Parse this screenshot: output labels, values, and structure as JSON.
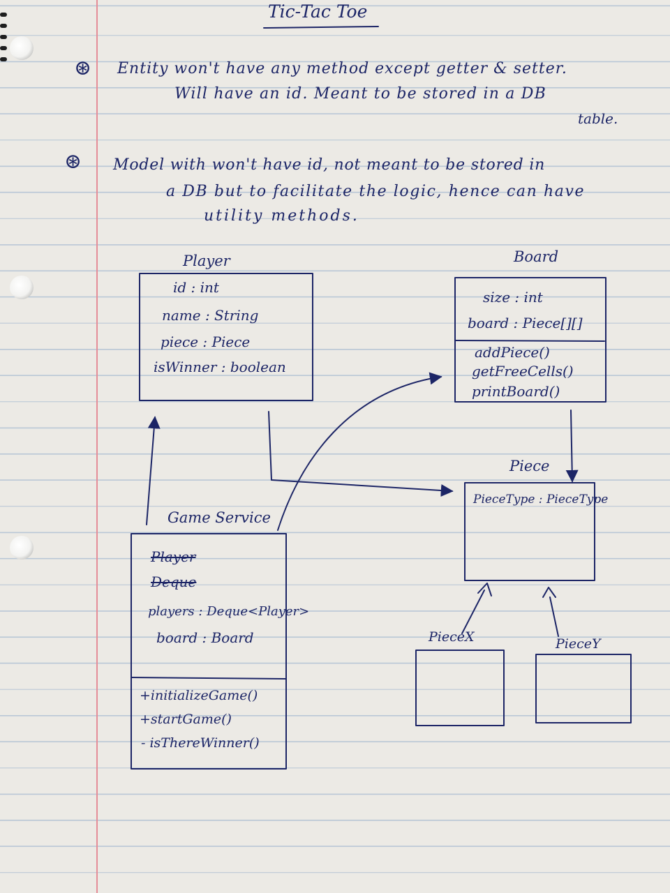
{
  "page": {
    "title": "Tic-Tac Toe",
    "notes": [
      {
        "bullet": "⊛",
        "lines": [
          "Entity won't have any method except getter & setter.",
          "Will have an id. Meant to be stored in a DB",
          "table."
        ]
      },
      {
        "bullet": "⊛",
        "lines": [
          "Model with won't have id, not meant to be stored in",
          "a DB but to facilitate the logic, hence can have",
          "utility methods."
        ]
      }
    ]
  },
  "diagram": {
    "player": {
      "name": "Player",
      "fields": [
        "id : int",
        "name : String",
        "piece : Piece",
        "isWinner : boolean"
      ]
    },
    "board": {
      "name": "Board",
      "fields": [
        "size : int",
        "board : Piece[][]"
      ],
      "methods": [
        "addPiece()",
        "getFreeCells()",
        "printBoard()"
      ]
    },
    "piece": {
      "name": "Piece",
      "fields": [
        "PieceType : PieceType"
      ]
    },
    "game_service": {
      "name": "Game Service",
      "struck_fields": [
        "Player",
        "Deque"
      ],
      "fields": [
        "players : Deque<Player>",
        "board : Board"
      ],
      "methods": [
        "+initializeGame()",
        "+startGame()",
        "- isThereWinner()"
      ]
    },
    "piece_x": {
      "name": "PieceX"
    },
    "piece_y": {
      "name": "PieceY"
    }
  }
}
